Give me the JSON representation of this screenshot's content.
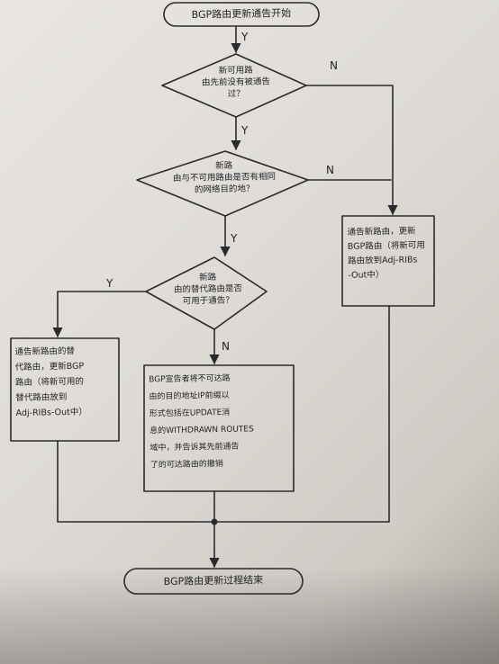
{
  "nodes": {
    "start": "BGP路由更新通告开始",
    "decision_1": "新可用路\n由先前没有被通告\n过？",
    "decision_2": "新路\n由与不可用路由是否有相同\n的网络目的地？",
    "decision_3": "新路\n由的替代路由是否\n可用于通告？",
    "process_advertise_new": "通告新路由，更新\nBGP路由（将新可用\n路由放到Adj-RIBs\n-Out中）",
    "process_advertise_alt": "通告新路由的替\n代路由，更新BGP\n路由（将新可用的\n替代路由放到\nAdj-RIBs-Out中）",
    "process_withdraw": "BGP宣告者将不可达路\n由的目的地址IP前缀以\n形式包括在UPDATE消\n息的WITHDRAWN ROUTES\n域中，并告诉其先前通告\n了的可达路由的撤销",
    "end": "BGP路由更新过程结束"
  },
  "edge_labels": {
    "start_arrow": "Y",
    "d1_yes": "Y",
    "d1_no": "N",
    "d2_yes": "Y",
    "d2_no": "N",
    "d3_yes": "Y",
    "d3_no": "N"
  }
}
